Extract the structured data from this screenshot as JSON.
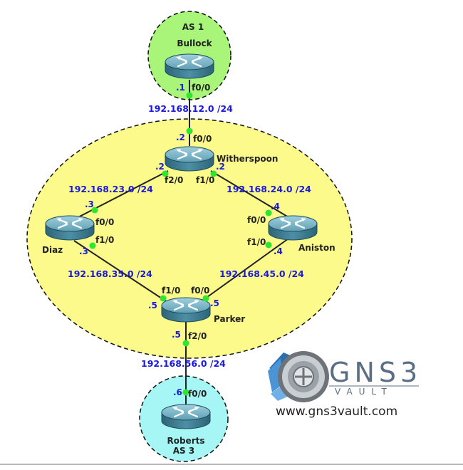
{
  "areas": {
    "as1": {
      "label": "AS 1",
      "fill": "#a8f57a"
    },
    "core": {
      "fill": "#fbfa8a"
    },
    "as3": {
      "label": "AS 3",
      "fill": "#a6f6f6"
    }
  },
  "routers": {
    "bullock": {
      "name": "Bullock"
    },
    "witherspoon": {
      "name": "Witherspoon"
    },
    "diaz": {
      "name": "Diaz"
    },
    "aniston": {
      "name": "Aniston"
    },
    "parker": {
      "name": "Parker"
    },
    "roberts": {
      "name": "Roberts"
    }
  },
  "subnets": {
    "s12": "192.168.12.0 /24",
    "s23": "192.168.23.0 /24",
    "s24": "192.168.24.0 /24",
    "s35": "192.168.35.0 /24",
    "s45": "192.168.45.0 /24",
    "s56": "192.168.56.0 /24"
  },
  "interfaces": {
    "bullock_f00": "f0/0",
    "witherspoon_f00": "f0/0",
    "witherspoon_f20": "f2/0",
    "witherspoon_f10": "f1/0",
    "diaz_f00": "f0/0",
    "diaz_f10": "f1/0",
    "aniston_f00": "f0/0",
    "aniston_f10": "f1/0",
    "parker_f10": "f1/0",
    "parker_f00": "f0/0",
    "parker_f20": "f2/0",
    "roberts_f00": "f0/0"
  },
  "hosts": {
    "bullock_f00": ".1",
    "witherspoon_f00": ".2",
    "witherspoon_f20": ".2",
    "witherspoon_f10": ".2",
    "diaz_f00": ".3",
    "diaz_f10": ".3",
    "aniston_f00": ".4",
    "aniston_f10": ".4",
    "parker_f10": ".5",
    "parker_f00": ".5",
    "parker_f20": ".5",
    "roberts_f00": ".6"
  },
  "logo": {
    "brand": "GNS3",
    "tagline": "VAULT",
    "url": "www.gns3vault.com"
  },
  "colors": {
    "link": "#222222",
    "port": "#2ee62e",
    "ip_text": "#1a1adc",
    "router_body": "#3f7f95"
  }
}
